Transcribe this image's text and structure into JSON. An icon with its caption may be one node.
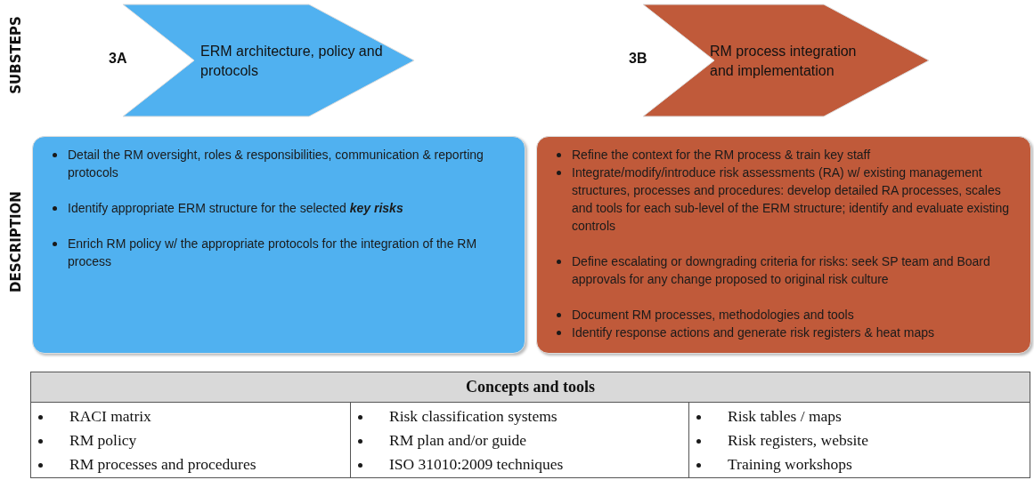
{
  "diagram": {
    "nodes": [
      {
        "text": [
          "3A",
          "ERM architecture, policy and protocols"
        ]
      },
      {
        "text": [
          "3B",
          "RM process integration and implementation"
        ]
      },
      {
        "text": [
          "Detail the RM oversight, roles & responsibilities, communication & reporting protocols",
          "Identify appropriate ERM structure for the selected **key risks**",
          "Enrich RM policy w/ the appropriate protocols for the integration of the RM process"
        ]
      },
      {
        "text": [
          "Refine the context for the RM process & train key staff",
          "Integrate/modify/introduce risk assessments (RA) w/ existing management structures, processes and procedures: develop detailed RA processes, scales and tools for each sub-level of the ERM structure; identify and evaluate existing controls",
          "Define escalating or downgrading criteria for risks: seek SP team and Board approvals for any change proposed to original risk culture",
          "Document RM processes, methodologies and tools",
          "Identify response actions and generate risk registers & heat maps"
        ]
      }
    ],
    "labels": [
      "SUBSTEPS",
      "DESCRIPTION",
      "Concepts and tools",
      "RACI matrix",
      "Risk classification systems",
      "Risk tables / maps",
      "RM policy",
      "RM plan and/or guide",
      "Risk registers, website",
      "RM processes and procedures",
      "ISO 31010:2009 techniques",
      "Training workshops"
    ]
  }
}
